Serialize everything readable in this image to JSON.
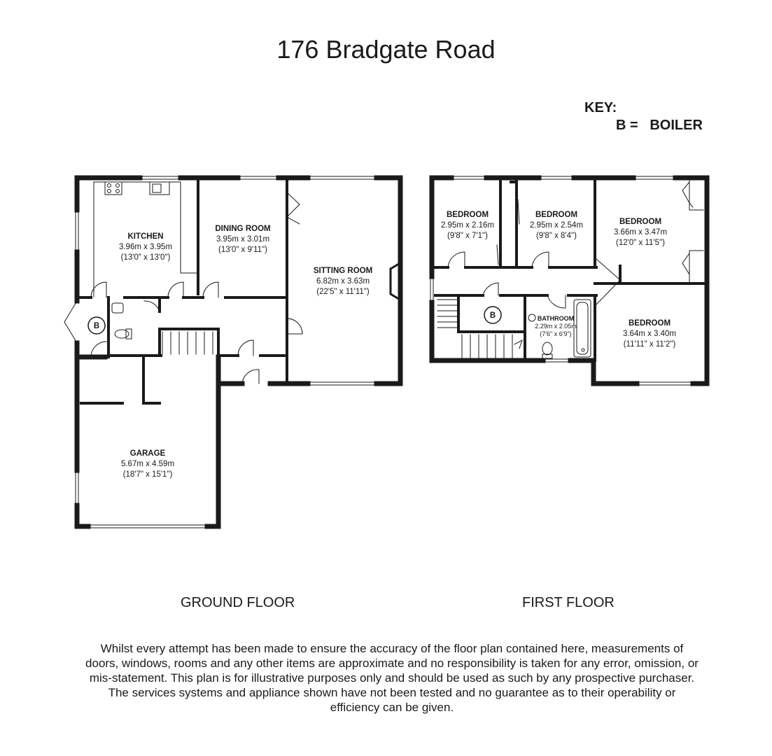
{
  "title": "176 Bradgate Road",
  "key": {
    "heading": "KEY:",
    "entries": [
      {
        "symbol": "B =",
        "meaning": "BOILER"
      }
    ]
  },
  "floors": {
    "ground": "GROUND FLOOR",
    "first": "FIRST FLOOR"
  },
  "rooms": {
    "kitchen": {
      "name": "KITCHEN",
      "metric": "3.96m x 3.95m",
      "imperial": "(13'0\" x 13'0\")"
    },
    "dining": {
      "name": "DINING ROOM",
      "metric": "3.95m x 3.01m",
      "imperial": "(13'0\" x 9'11\")"
    },
    "sitting": {
      "name": "SITTING ROOM",
      "metric": "6.82m x 3.63m",
      "imperial": "(22'5\" x 11'11\")"
    },
    "garage": {
      "name": "GARAGE",
      "metric": "5.67m x 4.59m",
      "imperial": "(18'7\" x 15'1\")"
    },
    "bedroom1": {
      "name": "BEDROOM",
      "metric": "2.95m x 2.16m",
      "imperial": "(9'8\" x 7'1\")"
    },
    "bedroom2": {
      "name": "BEDROOM",
      "metric": "2.95m x 2.54m",
      "imperial": "(9'8\" x 8'4\")"
    },
    "bedroom3": {
      "name": "BEDROOM",
      "metric": "3.66m x 3.47m",
      "imperial": "(12'0\" x 11'5\")"
    },
    "bedroom4": {
      "name": "BEDROOM",
      "metric": "3.64m x 3.40m",
      "imperial": "(11'11\" x 11'2\")"
    },
    "bathroom": {
      "name": "BATHROOM",
      "metric": "2.29m x 2.05m",
      "imperial": "(7'6\" x 6'9\")"
    }
  },
  "boiler_marker": "B",
  "disclaimer": "Whilst every attempt has been made to ensure the accuracy of the floor plan contained here, measurements of doors, windows, rooms and any other items are approximate and no responsibility is taken for any error, omission, or mis-statement. This plan is for illustrative purposes only and should be used as such by any prospective purchaser. The services systems and appliance shown have not been tested and no guarantee as to their operability or efficiency can be given.",
  "colors": {
    "wall": "#1a1a1a",
    "background": "#ffffff"
  }
}
